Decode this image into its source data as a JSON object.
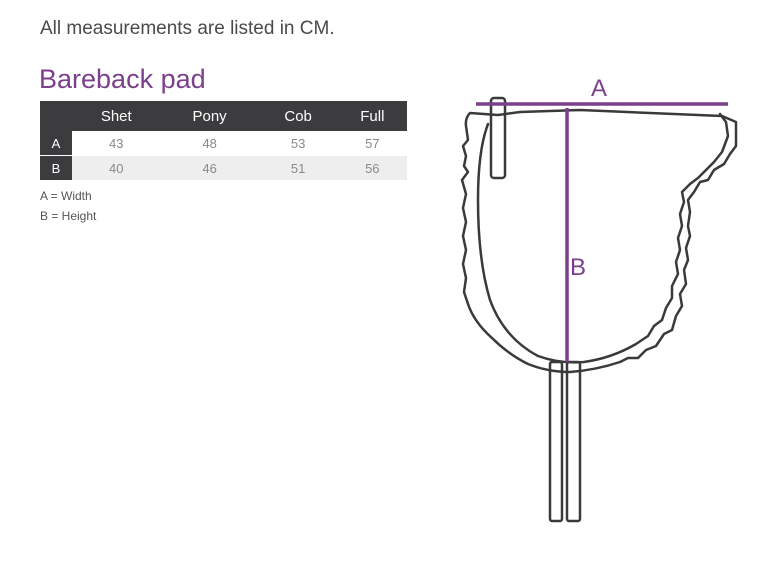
{
  "intro": "All measurements are listed in CM.",
  "title": "Bareback pad",
  "table": {
    "headers": [
      "Shet",
      "Pony",
      "Cob",
      "Full"
    ],
    "rows": [
      {
        "label": "A",
        "values": [
          "43",
          "48",
          "53",
          "57"
        ]
      },
      {
        "label": "B",
        "values": [
          "40",
          "46",
          "51",
          "56"
        ]
      }
    ]
  },
  "legend": [
    "A = Width",
    "B = Height"
  ],
  "diagram": {
    "label_a": "A",
    "label_b": "B",
    "accent_color": "#7b3f8c",
    "outline_color": "#3a3a3a"
  }
}
